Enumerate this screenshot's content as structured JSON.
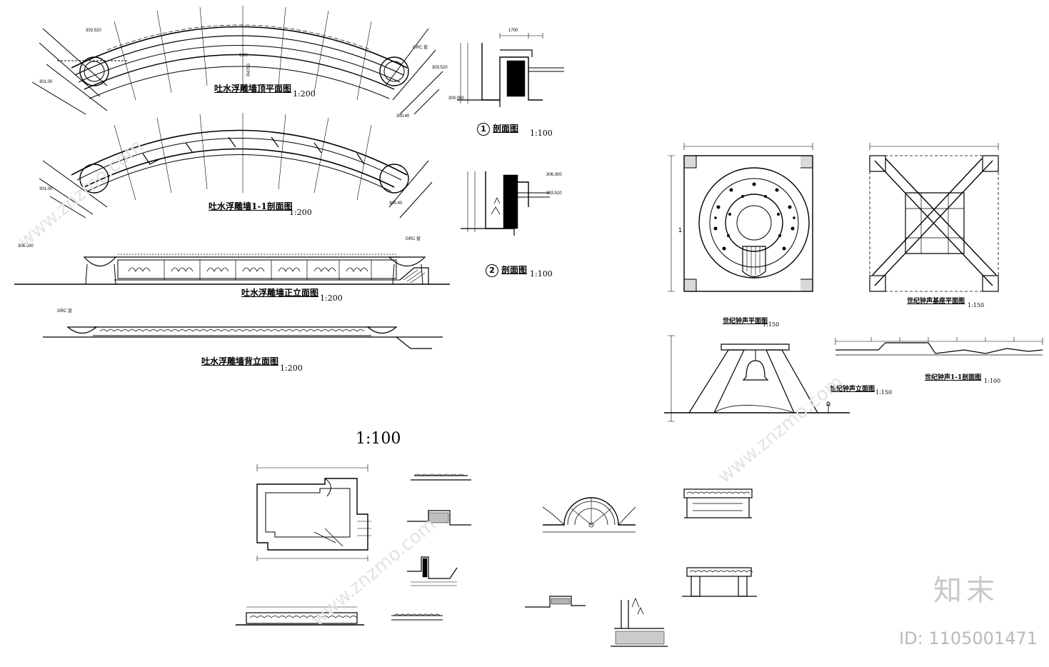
{
  "drawings": {
    "plan_top": {
      "title": "吐水浮雕墙顶平面图",
      "scale": "1:200"
    },
    "section_11": {
      "title": "吐水浮雕墙1-1剖面图",
      "scale": "1:200"
    },
    "front_elev": {
      "title": "吐水浮雕墙正立面图",
      "scale": "1:200"
    },
    "back_elev": {
      "title": "吐水浮雕墙背立面图",
      "scale": "1:200"
    },
    "sec1": {
      "num": "1",
      "title": "剖面图",
      "scale": "1:100"
    },
    "sec2": {
      "num": "2",
      "title": "剖面图",
      "scale": "1:100"
    },
    "bell_plan": {
      "title": "世纪钟声平面图",
      "scale": "1:150"
    },
    "bell_base": {
      "title": "世纪钟声基座平面图",
      "scale": "1:150"
    },
    "bell_elev": {
      "title": "世纪钟声立面图",
      "scale": "1:150"
    },
    "bell_sec": {
      "title": "世纪钟声1-1剖面图",
      "scale": "1:100"
    },
    "mid_scale": "1:100"
  },
  "labels": {
    "grc1": "GRC 盆",
    "grc2": "GRC 盆",
    "grc3": "GRC 盆",
    "elev_a": "303.520",
    "elev_b": "303.520",
    "elev_c": "301.00",
    "elev_d": "300.40",
    "elev_e": "301.00",
    "elev_f": "300.40",
    "elev_g": "306.300",
    "elev_h": "300.000",
    "elev_i": "306.300",
    "elev_j": "303.520",
    "dim_1700": "1700",
    "dim_6000": "6.00",
    "dim_r": "R4750",
    "sec_mark": "1"
  },
  "watermark": {
    "site": "www.znzmo.com",
    "brand": "知末",
    "id": "ID: 1105001471"
  }
}
